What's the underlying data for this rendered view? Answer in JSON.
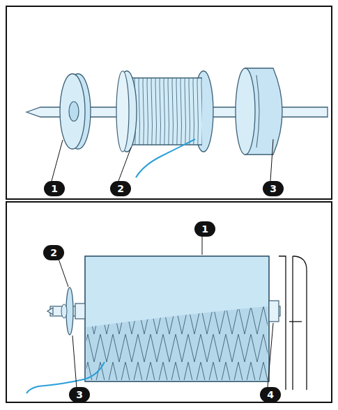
{
  "diagram": {
    "labels": [
      "1",
      "2",
      "3",
      "1",
      "2",
      "3",
      "4"
    ]
  }
}
